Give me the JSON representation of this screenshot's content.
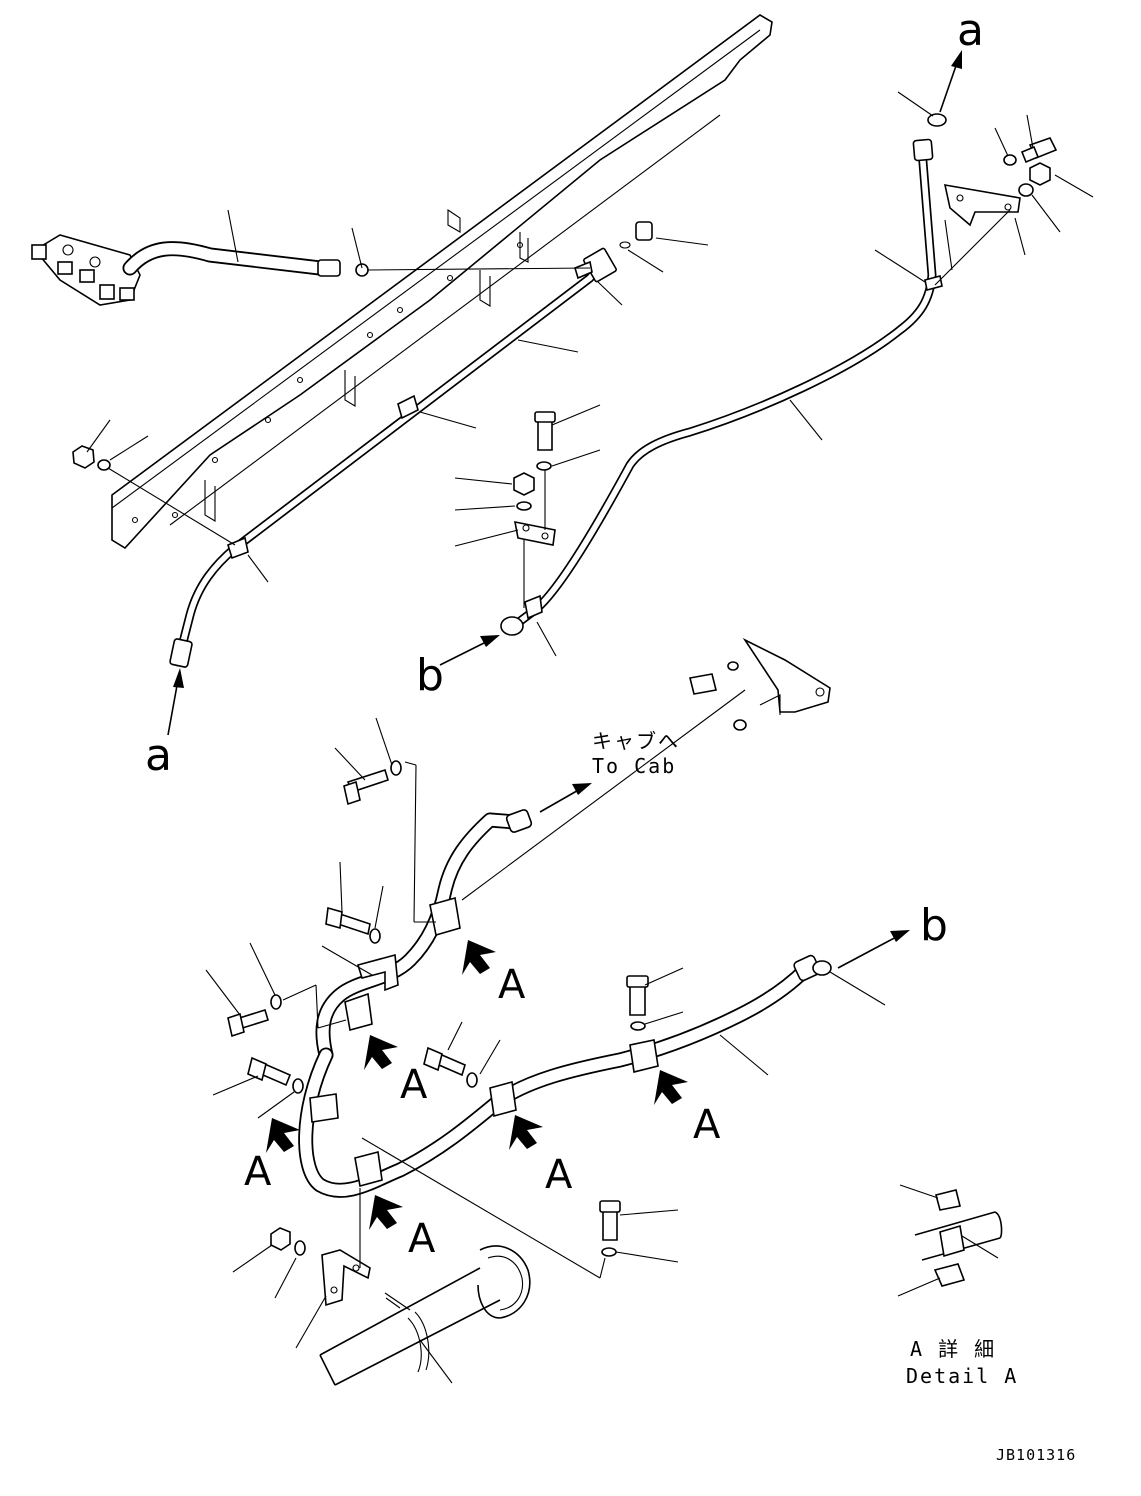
{
  "drawing": {
    "drawing_id": "JB101316",
    "cab_label_jp": "キャブへ",
    "cab_label_en": "To Cab",
    "detail_label_jp": "A 詳 細",
    "detail_label_en": "Detail A",
    "connector_a": "a",
    "connector_b": "b",
    "clamp_ref": "A"
  }
}
